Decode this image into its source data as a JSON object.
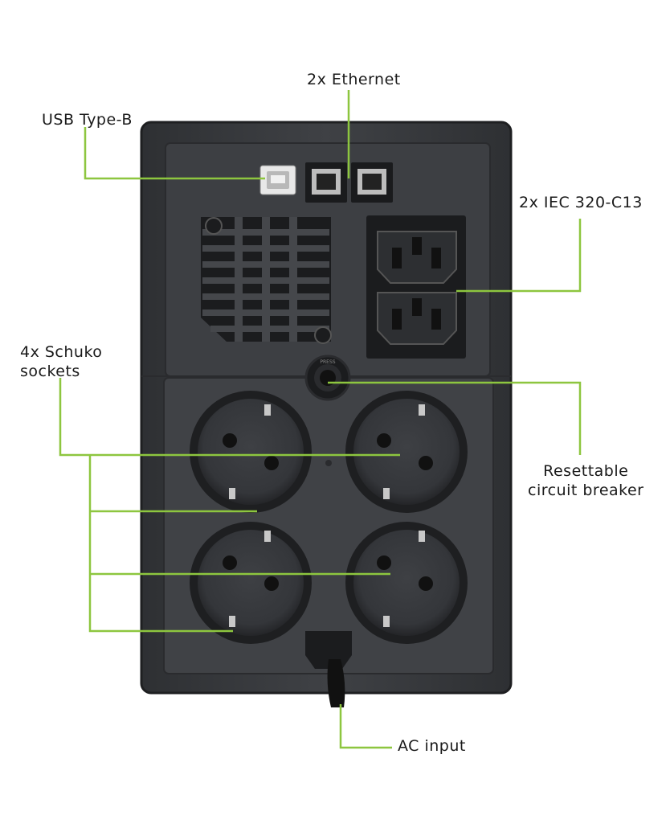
{
  "labels": {
    "usb": "USB Type-B",
    "ethernet": "2x Ethernet",
    "iec": "2x IEC 320-C13",
    "schuko_line1": "4x Schuko",
    "schuko_line2": "sockets",
    "breaker_line1": "Resettable",
    "breaker_line2": "circuit breaker",
    "ac": "AC input",
    "breaker_button": "PRESS"
  },
  "colors": {
    "callout_line": "#8dc63f",
    "device_body": "#3b3d40",
    "panel": "#44464a",
    "dark": "#1c1d1f",
    "text": "#1a1a1a"
  }
}
